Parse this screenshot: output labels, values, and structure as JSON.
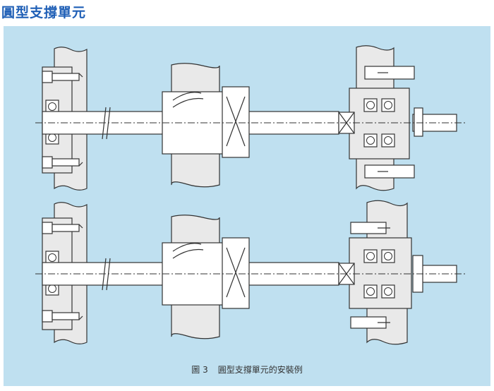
{
  "page": {
    "title": "圓型支撐單元"
  },
  "figure": {
    "number": "圖 3",
    "caption": "圓型支撐單元的安裝例"
  },
  "colors": {
    "title": "#1f5fb6",
    "panel": "#bfe0f0",
    "part_fill": "#e9e9e9",
    "line": "#333333"
  }
}
